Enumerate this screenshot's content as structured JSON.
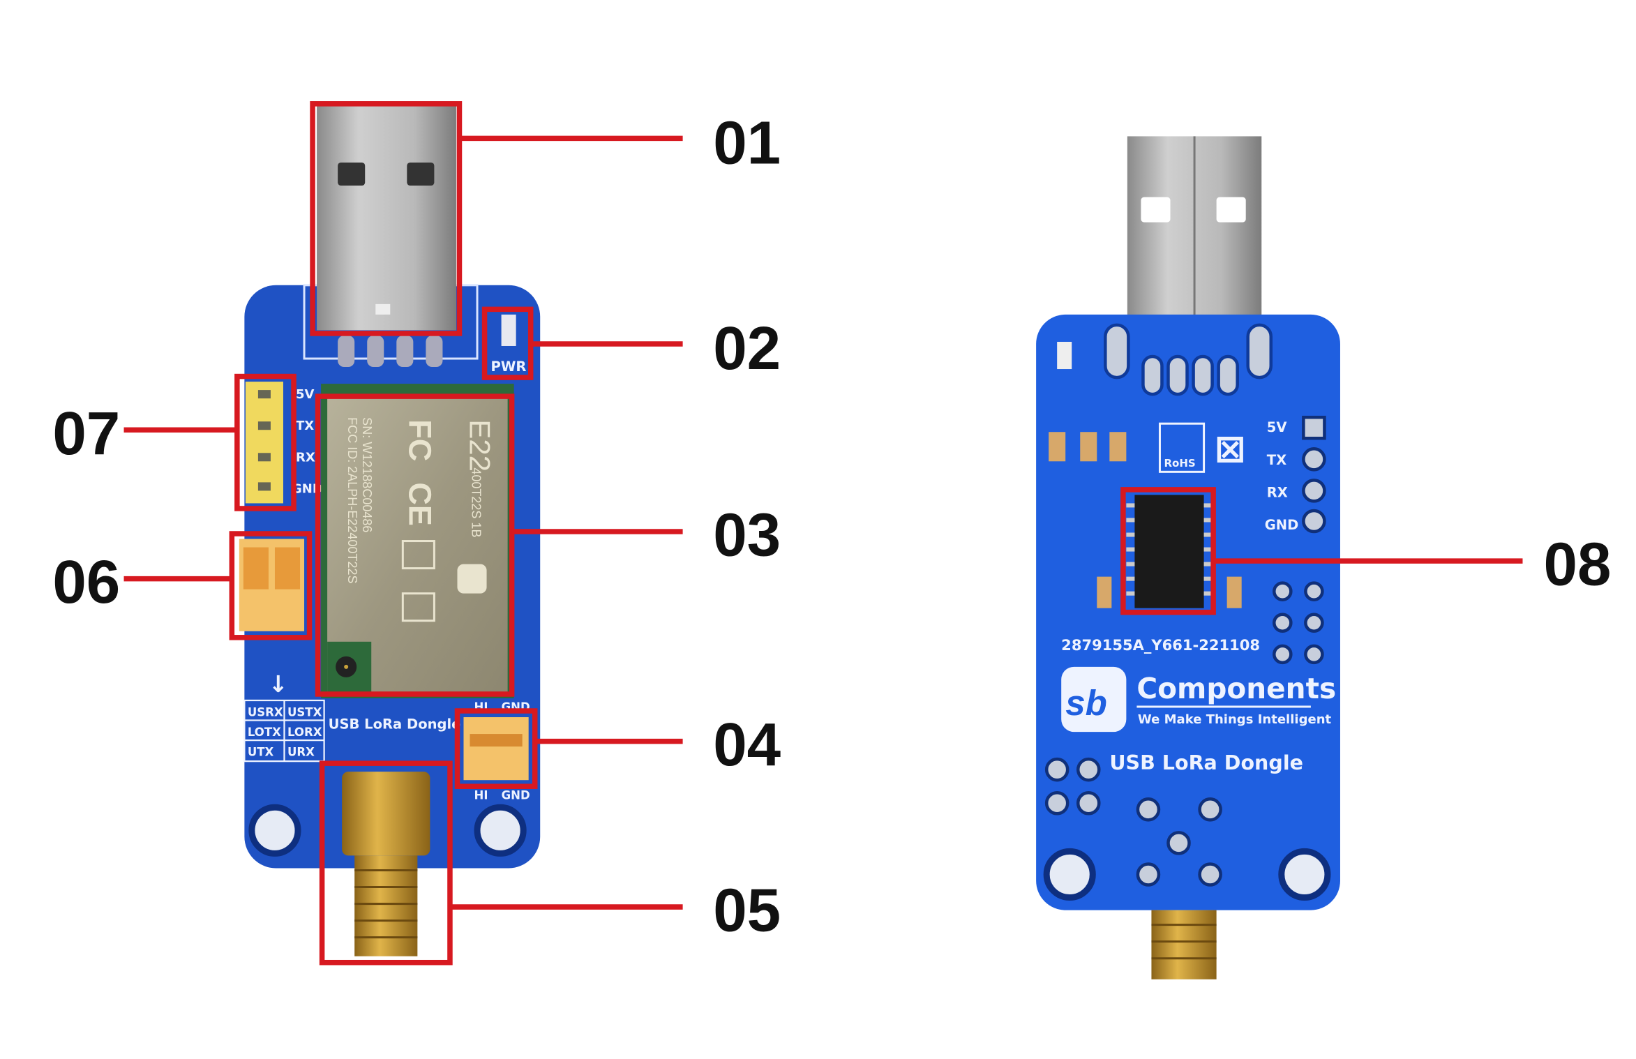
{
  "colors": {
    "callout": "#d71920",
    "board_front": "#1f52c4",
    "board_back": "#1f5fe0",
    "label_text": "#111111"
  },
  "callouts": [
    "01",
    "02",
    "03",
    "04",
    "05",
    "06",
    "07",
    "08"
  ],
  "front": {
    "pwr": "PWR",
    "header_pins": [
      "5V",
      "TX",
      "RX",
      "GND"
    ],
    "jumper_table": [
      "USRX",
      "USTX",
      "LOTX",
      "LORX",
      "UTX",
      "URX"
    ],
    "product": "USB LoRa Dongle",
    "jumper_labels": [
      "HI",
      "GND"
    ],
    "module": {
      "model": "E22",
      "variant": "400T22S 1B",
      "serial": "SN: W12188C00486",
      "fcc": "FCC ID: 2ALPH-E22400T22S",
      "fcc_logo": "FC",
      "ce_logo": "CE"
    }
  },
  "back": {
    "header_pins": [
      "5V",
      "TX",
      "RX",
      "GND"
    ],
    "rohs": "RoHS",
    "part_code": "2879155A_Y661-221108",
    "brand_logo": "sb",
    "brand": "Components",
    "tagline": "We Make Things Intelligent",
    "product": "USB LoRa Dongle"
  }
}
